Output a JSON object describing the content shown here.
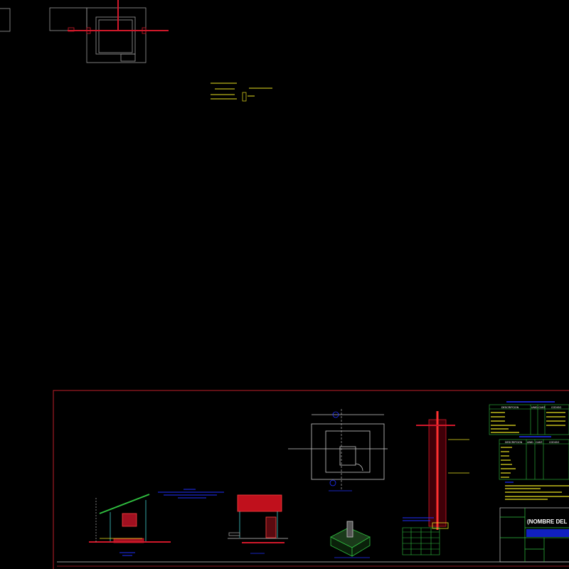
{
  "drawing": {
    "background": "#000000",
    "colors": {
      "frame": "#c0202a",
      "pipe": "#d0182a",
      "outline": "#9a9a9a",
      "annotation": "#e8e020",
      "title_blue": "#2030ff",
      "grid_green": "#30c040",
      "cyan": "#40d0d0"
    },
    "title_block": {
      "project_name": "(NOMBRE DEL"
    },
    "materials_table": {
      "headers": [
        "DESCRIPCION",
        "UNID.",
        "CANT.",
        "CODIGO"
      ]
    },
    "materials_table_2": {
      "headers": [
        "DESCRIPCION",
        "UNID.",
        "CANT.",
        "CODIGO"
      ]
    }
  }
}
